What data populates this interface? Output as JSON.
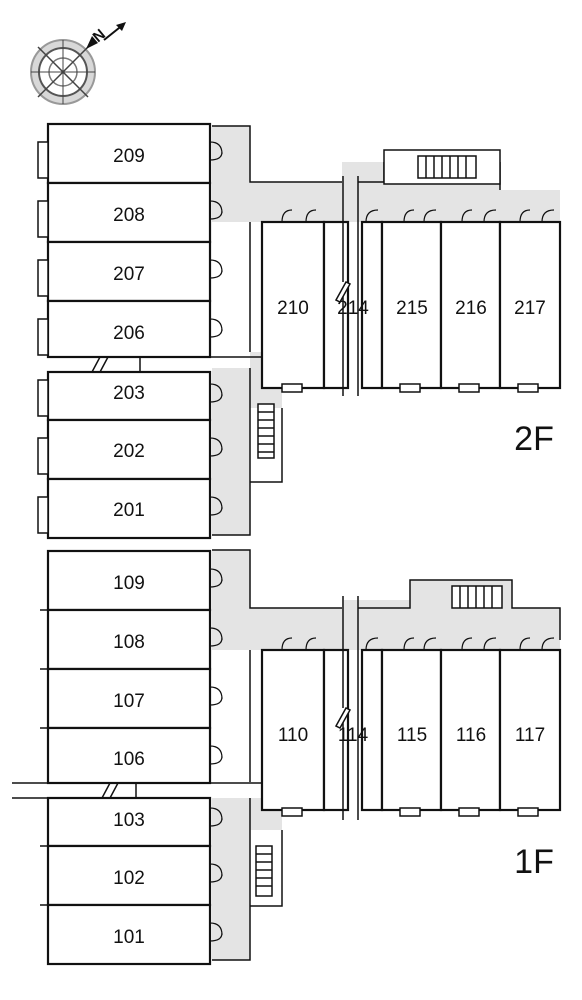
{
  "compass": {
    "letter": "N"
  },
  "floor2": {
    "label": "2F",
    "units_west": [
      "209",
      "208",
      "207",
      "206",
      "203",
      "202",
      "201"
    ],
    "units_east": [
      "210",
      "214",
      "215",
      "216",
      "217"
    ]
  },
  "floor1": {
    "label": "1F",
    "units_west": [
      "109",
      "108",
      "107",
      "106",
      "103",
      "102",
      "101"
    ],
    "units_east": [
      "110",
      "114",
      "115",
      "116",
      "117"
    ]
  },
  "colors": {
    "corridor": "#e4e4e4",
    "wall": "#111111",
    "background": "#ffffff"
  }
}
